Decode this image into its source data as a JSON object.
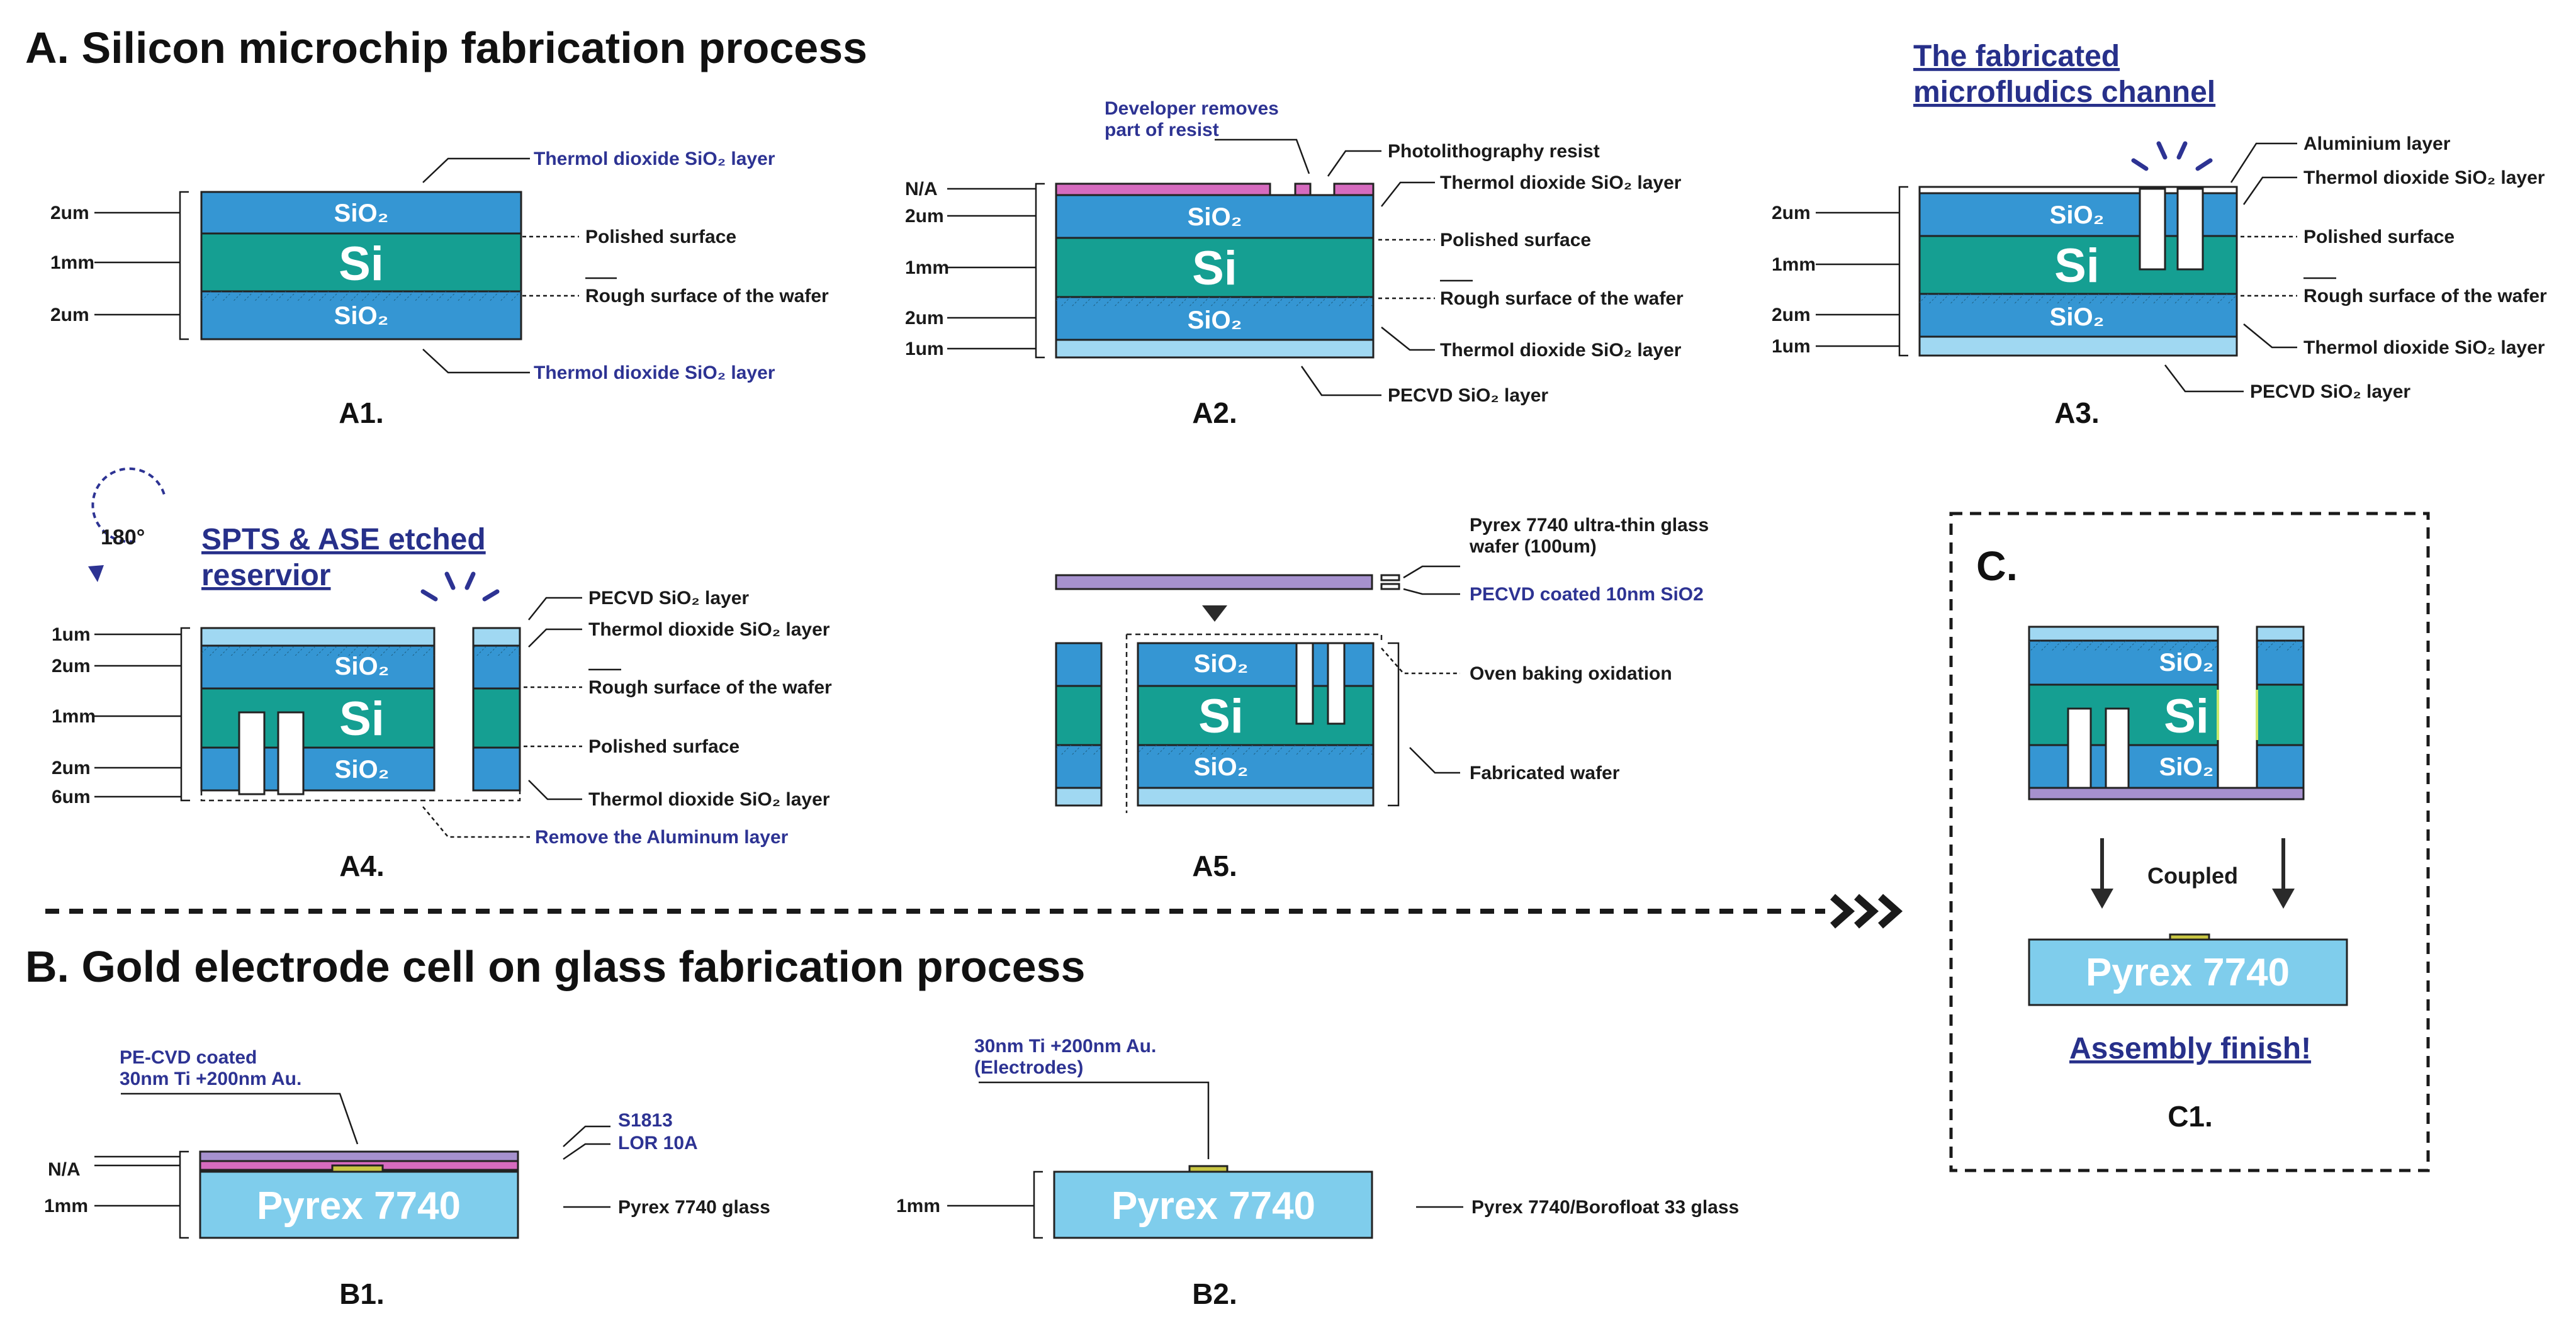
{
  "section_a_title": "A. Silicon microchip fabrication process",
  "section_b_title": "B. Gold electrode cell on glass fabrication process",
  "section_c_title": "C.",
  "colors": {
    "sio2": "#3596d3",
    "si": "#159f92",
    "pecvd": "#a0d8f2",
    "pyrex": "#7fcdec",
    "resist_pink": "#d66bbf",
    "resist_purple": "#a691ce",
    "gold": "#c9c642",
    "label_blue": "#2d3393"
  },
  "layer_text": {
    "si": "Si",
    "sio2": "SiO₂",
    "pyrex": "Pyrex 7740"
  },
  "A1": {
    "panel": "A1.",
    "dims": [
      "2um",
      "1mm",
      "2um"
    ],
    "labels": {
      "top_oxide": "Thermol dioxide SiO₂ layer",
      "polished": "Polished surface",
      "rough": "Rough surface of the wafer",
      "bottom_oxide": "Thermol dioxide SiO₂ layer"
    }
  },
  "A2": {
    "panel": "A2.",
    "dims": [
      "N/A",
      "2um",
      "1mm",
      "2um",
      "1um"
    ],
    "labels": {
      "developer": "Developer removes",
      "developer2": "part of resist",
      "resist": "Photolithography resist",
      "top_oxide": "Thermol dioxide SiO₂ layer",
      "polished": "Polished surface",
      "rough": "Rough surface of the wafer",
      "bottom_oxide": "Thermol dioxide SiO₂ layer",
      "pecvd": "PECVD SiO₂ layer"
    }
  },
  "A3": {
    "panel": "A3.",
    "title1": "The fabricated",
    "title2": "microfludics channel",
    "dims": [
      "2um",
      "1mm",
      "2um",
      "1um"
    ],
    "labels": {
      "aluminium": "Aluminium layer",
      "top_oxide": "Thermol dioxide SiO₂ layer",
      "polished": "Polished surface",
      "rough": "Rough surface of the wafer",
      "bottom_oxide": "Thermol dioxide SiO₂ layer",
      "pecvd": "PECVD SiO₂ layer"
    }
  },
  "A4": {
    "panel": "A4.",
    "rotate": "180°",
    "title1": "SPTS & ASE etched",
    "title2": "reservior",
    "dims": [
      "1um",
      "2um",
      "1mm",
      "2um",
      "6um"
    ],
    "labels": {
      "pecvd": "PECVD SiO₂ layer",
      "top_oxide": "Thermol dioxide SiO₂ layer",
      "rough": "Rough surface of the wafer",
      "polished": "Polished surface",
      "bottom_oxide": "Thermol dioxide SiO₂ layer",
      "remove_al": "Remove the Aluminum layer"
    }
  },
  "A5": {
    "panel": "A5.",
    "labels": {
      "pyrex1": "Pyrex 7740 ultra-thin glass",
      "pyrex2": "wafer (100um)",
      "coated": "PECVD coated 10nm SiO2",
      "oven": "Oven baking oxidation",
      "fabricated": "Fabricated wafer"
    }
  },
  "B1": {
    "panel": "B1.",
    "dims": [
      "N/A",
      "1mm"
    ],
    "labels": {
      "coated1": "PE-CVD coated",
      "coated2": "30nm Ti +200nm Au.",
      "s1813": "S1813",
      "lor": "LOR 10A",
      "glass": "Pyrex 7740 glass"
    }
  },
  "B2": {
    "panel": "B2.",
    "dims": [
      "1mm"
    ],
    "labels": {
      "electrode1": "30nm Ti +200nm Au.",
      "electrode2": "(Electrodes)",
      "glass": "Pyrex 7740/Borofloat 33 glass"
    }
  },
  "C1": {
    "panel": "C1.",
    "coupled": "Coupled",
    "finish": "Assembly finish!"
  }
}
